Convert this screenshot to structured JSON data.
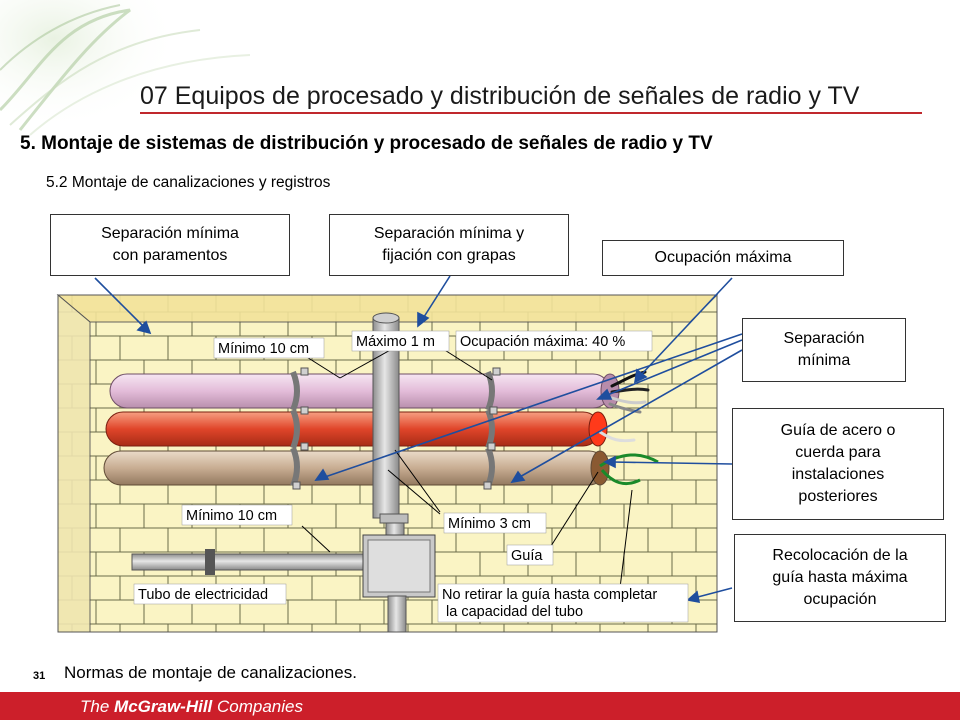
{
  "header": {
    "chapter_title": "07  Equipos de procesado y distribución de señales de radio y TV",
    "section_title": "5. Montaje de sistemas de distribución y procesado de señales de radio y TV",
    "subsection": "5.2 Montaje de canalizaciones y registros"
  },
  "callouts": {
    "sep_paramentos": [
      "Separación mínima",
      "con paramentos"
    ],
    "sep_grapas": [
      "Separación mínima y",
      "fijación con grapas"
    ],
    "ocupacion_maxima": [
      "Ocupación máxima"
    ],
    "separacion_minima": [
      "Separación",
      "mínima"
    ],
    "guia_acero": [
      "Guía de acero o",
      "cuerda para",
      "instalaciones",
      "posteriores"
    ],
    "recolocacion": [
      "Recolocación de la",
      "guía hasta máxima",
      "ocupación"
    ]
  },
  "diagram_labels": {
    "minimo_10cm_top": "Mínimo 10 cm",
    "maximo_1m": "Máximo 1 m",
    "ocupacion_40": "Ocupación máxima: 40 %",
    "minimo_10cm_bottom": "Mínimo 10 cm",
    "minimo_3cm": "Mínimo 3 cm",
    "guia": "Guía",
    "tubo_electricidad": "Tubo de electricidad",
    "no_retirar_1": "No retirar la guía hasta completar",
    "no_retirar_2": "la capacidad del tubo"
  },
  "footer": {
    "slide_number": "31",
    "caption": "Normas de montaje de canalizaciones.",
    "brand_prefix": "The ",
    "brand_name": "McGraw-Hill",
    "brand_suffix": " Companies"
  },
  "colors": {
    "accent_red": "#c0282d",
    "wall": "#faf3c0",
    "tube_pink": "#e8c4e0",
    "tube_red": "#e0452a",
    "tube_tan": "#c8ad92"
  }
}
